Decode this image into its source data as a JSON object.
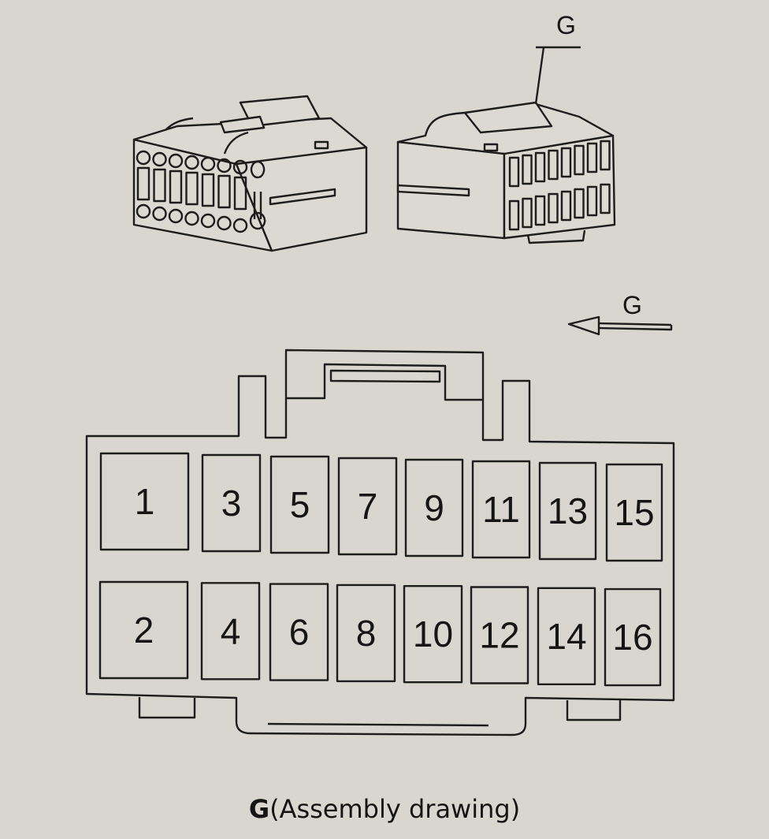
{
  "callout_label": "G",
  "view_arrow_label": "G",
  "caption": {
    "bold": "G",
    "text": "(Assembly drawing)"
  },
  "cavities": {
    "top_row": [
      "1",
      "3",
      "5",
      "7",
      "9",
      "11",
      "13",
      "15"
    ],
    "bottom_row": [
      "2",
      "4",
      "6",
      "8",
      "10",
      "12",
      "14",
      "16"
    ]
  },
  "colors": {
    "paper": "#d9d6cf",
    "ink": "#1d1d1d"
  }
}
